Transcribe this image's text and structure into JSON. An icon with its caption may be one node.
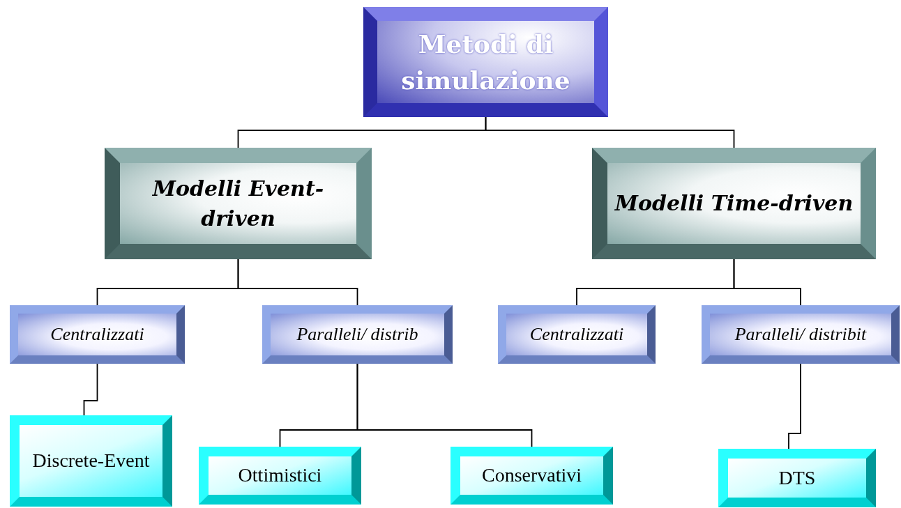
{
  "diagram": {
    "nodes": [
      {
        "text": [
          "Metodi di simulazione"
        ]
      },
      {
        "text": [
          "Modelli Event-driven"
        ]
      },
      {
        "text": [
          "Modelli Time-driven"
        ]
      },
      {
        "text": [
          "Centralizzati"
        ]
      },
      {
        "text": [
          "Paralleli/ distrib"
        ]
      },
      {
        "text": [
          "Centralizzati"
        ]
      },
      {
        "text": [
          "Paralleli/ distribit"
        ]
      },
      {
        "text": [
          "Discrete-Event"
        ]
      },
      {
        "text": [
          "Ottimistici"
        ]
      },
      {
        "text": [
          "Conservativi"
        ]
      },
      {
        "text": [
          "DTS"
        ]
      }
    ],
    "edges": [
      {
        "from": 0,
        "to": 1,
        "arrow": "none"
      },
      {
        "from": 0,
        "to": 2,
        "arrow": "none"
      },
      {
        "from": 1,
        "to": 3,
        "arrow": "none"
      },
      {
        "from": 1,
        "to": 4,
        "arrow": "none"
      },
      {
        "from": 2,
        "to": 5,
        "arrow": "none"
      },
      {
        "from": 2,
        "to": 6,
        "arrow": "none"
      },
      {
        "from": 3,
        "to": 7,
        "arrow": "none"
      },
      {
        "from": 4,
        "to": 8,
        "arrow": "none"
      },
      {
        "from": 4,
        "to": 9,
        "arrow": "none"
      },
      {
        "from": 6,
        "to": 10,
        "arrow": "none"
      }
    ]
  }
}
